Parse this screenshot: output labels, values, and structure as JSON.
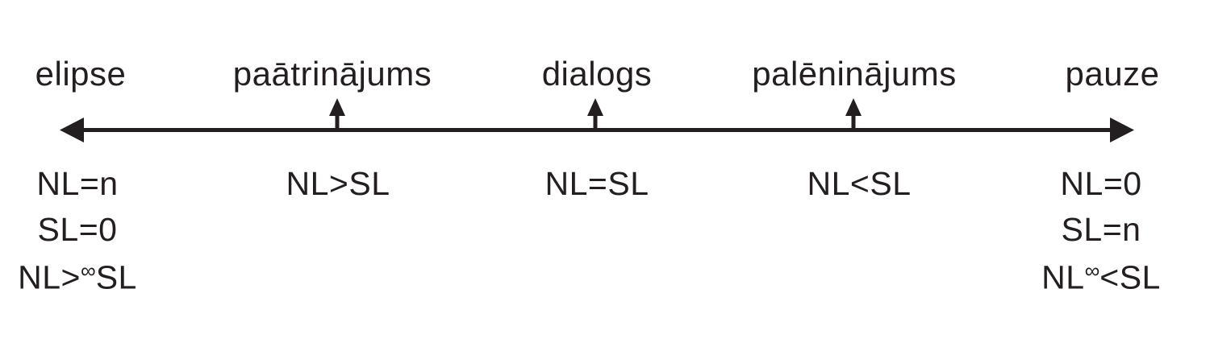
{
  "colors": {
    "ink": "#231f20",
    "background": "#ffffff"
  },
  "axis": {
    "type": "double-headed-horizontal-arrow",
    "tick_marks": 3
  },
  "axis_labels": [
    {
      "id": "elipse",
      "label": "elipse"
    },
    {
      "id": "paatrinajums",
      "label": "paātrinājums"
    },
    {
      "id": "dialogs",
      "label": "dialogs"
    },
    {
      "id": "paleninajums",
      "label": "palēninājums"
    },
    {
      "id": "pauze",
      "label": "pauze"
    }
  ],
  "formula_columns": [
    {
      "under": "elipse",
      "rows": [
        {
          "pre": "NL=n",
          "sup": "",
          "post": ""
        },
        {
          "pre": "SL=0",
          "sup": "",
          "post": ""
        },
        {
          "pre": "NL>",
          "sup": "∞",
          "post": "SL"
        }
      ]
    },
    {
      "under": "paātrinājums",
      "rows": [
        {
          "pre": "NL>SL",
          "sup": "",
          "post": ""
        }
      ]
    },
    {
      "under": "dialogs",
      "rows": [
        {
          "pre": "NL=SL",
          "sup": "",
          "post": ""
        }
      ]
    },
    {
      "under": "palēninājums",
      "rows": [
        {
          "pre": "NL<SL",
          "sup": "",
          "post": ""
        }
      ]
    },
    {
      "under": "pauze",
      "rows": [
        {
          "pre": "NL=0",
          "sup": "",
          "post": ""
        },
        {
          "pre": "SL=n",
          "sup": "",
          "post": ""
        },
        {
          "pre": "NL",
          "sup": "∞",
          "post": "<SL"
        }
      ]
    }
  ]
}
